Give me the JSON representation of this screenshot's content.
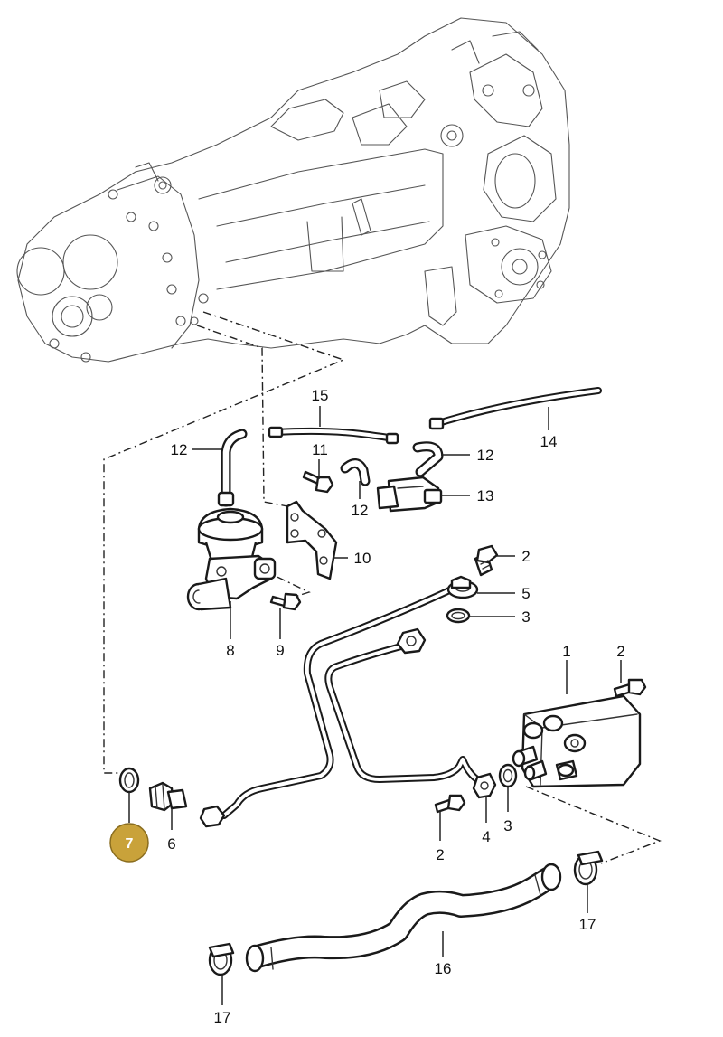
{
  "labels": {
    "l1": "1",
    "l2a": "2",
    "l2b": "2",
    "l2c": "2",
    "l3a": "3",
    "l3b": "3",
    "l4": "4",
    "l5": "5",
    "l6": "6",
    "l7": "7",
    "l8": "8",
    "l9": "9",
    "l10": "10",
    "l11": "11",
    "l12a": "12",
    "l12b": "12",
    "l12c": "12",
    "l13": "13",
    "l14": "14",
    "l15": "15",
    "l16": "16",
    "l17a": "17",
    "l17b": "17"
  },
  "highlight": {
    "part": "7",
    "color": "#c9a23a"
  }
}
